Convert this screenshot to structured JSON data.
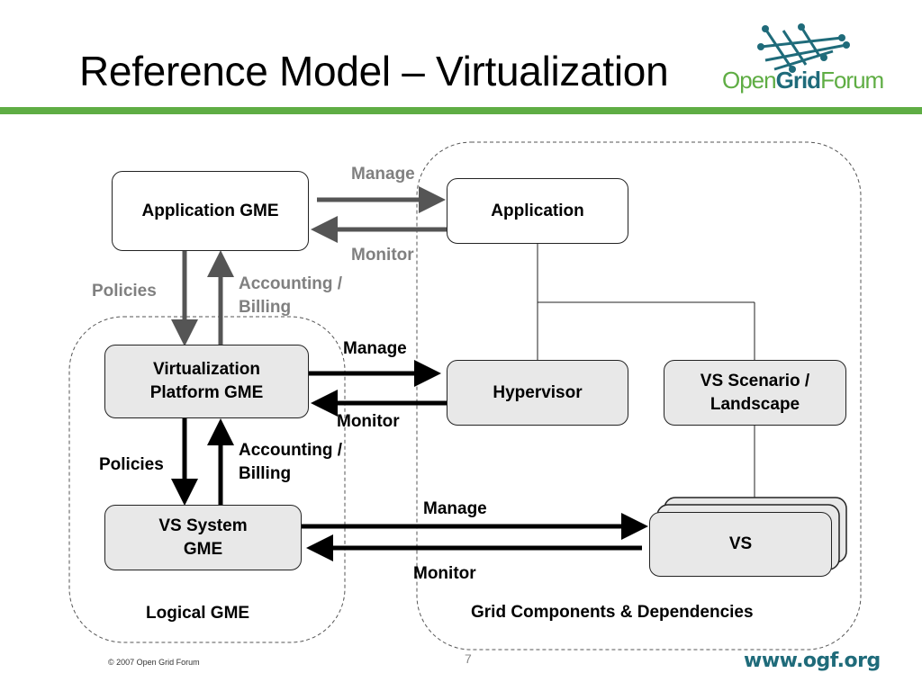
{
  "slide": {
    "title": "Reference Model – Virtualization",
    "logo": {
      "part1": "Open",
      "part2": "Grid",
      "part3": "Forum",
      "icon": "grid-network-icon"
    },
    "footer": {
      "copyright": "© 2007 Open Grid Forum",
      "page_number": "7",
      "url": "www.ogf.org"
    },
    "colors": {
      "accent_green": "#5fad44",
      "logo_teal": "#1f6b7a",
      "gray_label": "#808080",
      "gray_box": "#e8e8e8"
    }
  },
  "diagram": {
    "nodes": {
      "application_gme": "Application GME",
      "virtualization_platform_gme": "Virtualization\nPlatform GME",
      "vs_system_gme": "VS System\nGME",
      "application": "Application",
      "hypervisor": "Hypervisor",
      "vs_scenario": "VS Scenario /\nLandscape",
      "vs": "VS"
    },
    "groups": {
      "logical_gme": "Logical GME",
      "grid_components": "Grid Components & Dependencies"
    },
    "edge_labels": {
      "top_manage": "Manage",
      "top_monitor": "Monitor",
      "top_policies": "Policies",
      "top_accounting": "Accounting /\nBilling",
      "mid_manage": "Manage",
      "mid_monitor": "Monitor",
      "mid_policies": "Policies",
      "mid_accounting": "Accounting /\nBilling",
      "bottom_manage": "Manage",
      "bottom_monitor": "Monitor"
    }
  }
}
